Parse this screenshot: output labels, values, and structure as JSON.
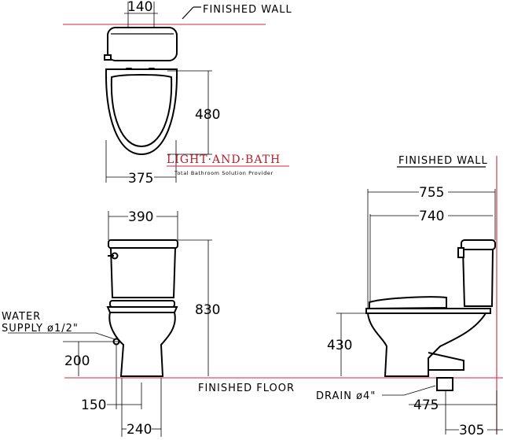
{
  "labels": {
    "finished_wall_top": "FINISHED WALL",
    "finished_wall_right": "FINISHED WALL",
    "finished_floor": "FINISHED FLOOR",
    "water_supply_line1": "WATER",
    "water_supply_line2": "SUPPLY ø1/2\"",
    "drain": "DRAIN ø4\""
  },
  "brand": {
    "name": "LIGHT·AND·BATH",
    "tagline": "Total Bathroom Solution Provider"
  },
  "dimensions": {
    "d140": "140",
    "d480": "480",
    "d375": "375",
    "d390": "390",
    "d830": "830",
    "d200": "200",
    "d150": "150",
    "d240": "240",
    "d755": "755",
    "d740": "740",
    "d430": "430",
    "d475": "475",
    "d305": "305"
  },
  "colors": {
    "line": "#000000",
    "reference_line": "#d7263d",
    "brand": "#b3202a",
    "background": "#ffffff"
  }
}
